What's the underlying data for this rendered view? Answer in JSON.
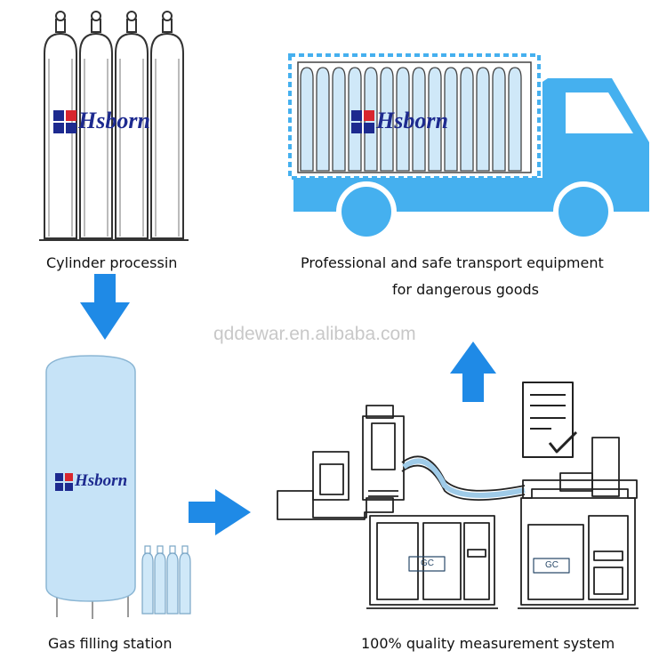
{
  "brand": {
    "name": "Hsborn"
  },
  "captions": {
    "cylinder": "Cylinder processin",
    "transport_line1": "Professional and safe transport equipment",
    "transport_line2": "for dangerous goods",
    "station": "Gas filling station",
    "measurement": "100% quality measurement system"
  },
  "watermark": "qddewar.en.alibaba.com",
  "instrument_labels": [
    "GC",
    "GC"
  ],
  "colors": {
    "arrow": "#1f8ae6",
    "truck": "#45b0ef",
    "cylinder_fill": "#cfe8f8",
    "tank_fill": "#c6e3f7",
    "brand_text": "#1d2a8f",
    "brand_mark": "#d8262e"
  }
}
